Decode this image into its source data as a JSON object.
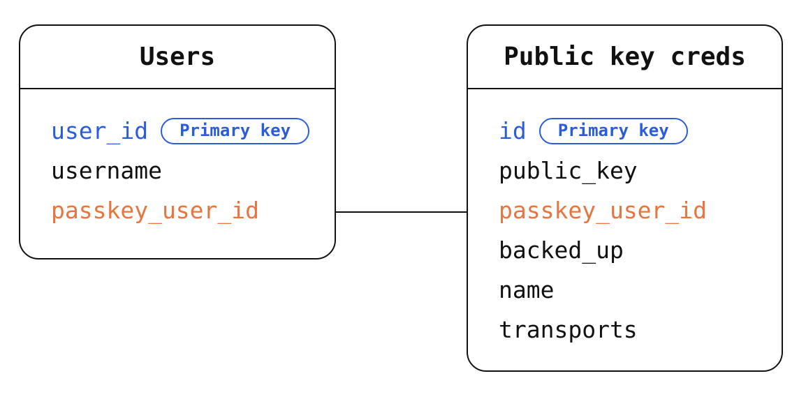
{
  "tables": [
    {
      "title": "Users",
      "fields": [
        {
          "name": "user_id",
          "badge": "Primary key",
          "color": "blue"
        },
        {
          "name": "username",
          "color": "black"
        },
        {
          "name": "passkey_user_id",
          "color": "orange"
        }
      ]
    },
    {
      "title": "Public key creds",
      "fields": [
        {
          "name": "id",
          "badge": "Primary key",
          "color": "blue"
        },
        {
          "name": "public_key",
          "color": "black"
        },
        {
          "name": "passkey_user_id",
          "color": "orange"
        },
        {
          "name": "backed_up",
          "color": "black"
        },
        {
          "name": "name",
          "color": "black"
        },
        {
          "name": "transports",
          "color": "black"
        }
      ]
    }
  ],
  "relation": {
    "from": "Users.passkey_user_id",
    "to": "Public key creds.passkey_user_id"
  },
  "colors": {
    "key_blue": "#2b5cd9",
    "link_orange": "#e8743e",
    "line_black": "#111111",
    "background": "#ffffff"
  }
}
